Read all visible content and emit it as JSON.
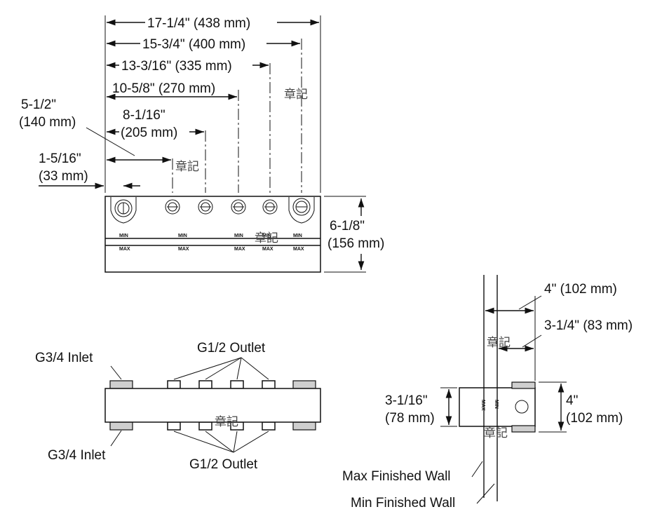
{
  "top_view": {
    "dims": [
      {
        "label": "17-1/4\" (438 mm)"
      },
      {
        "label": "15-3/4\" (400 mm)"
      },
      {
        "label": "13-3/16\" (335 mm)"
      },
      {
        "label": "10-5/8\" (270 mm)"
      },
      {
        "line1": "8-1/16\"",
        "line2": "(205 mm)"
      },
      {
        "line1": "5-1/2\"",
        "line2": "(140 mm)"
      },
      {
        "line1": "1-5/16\"",
        "line2": "(33 mm)"
      }
    ],
    "height_line1": "6-1/8\"",
    "height_line2": "(156 mm)",
    "min_labels": [
      "MIN",
      "MIN",
      "MIN",
      "MIN",
      "MIN"
    ],
    "max_labels": [
      "MAX",
      "MAX",
      "MAX",
      "MAX",
      "MAX"
    ]
  },
  "front_view": {
    "inlet_top": "G3/4 Inlet",
    "inlet_bottom": "G3/4 Inlet",
    "outlet_top": "G1/2 Outlet",
    "outlet_bottom": "G1/2 Outlet"
  },
  "side_view": {
    "dim_a": "4\" (102 mm)",
    "dim_b": "3-1/4\" (83 mm)",
    "dim_c_line1": "3-1/16\"",
    "dim_c_line2": "(78 mm)",
    "dim_d_line1": "4\"",
    "dim_d_line2": "(102 mm)",
    "max_wall": "Max Finished Wall",
    "min_wall": "Min Finished Wall",
    "wall_min": "MIN",
    "wall_max": "MAX"
  },
  "watermark": "章記"
}
